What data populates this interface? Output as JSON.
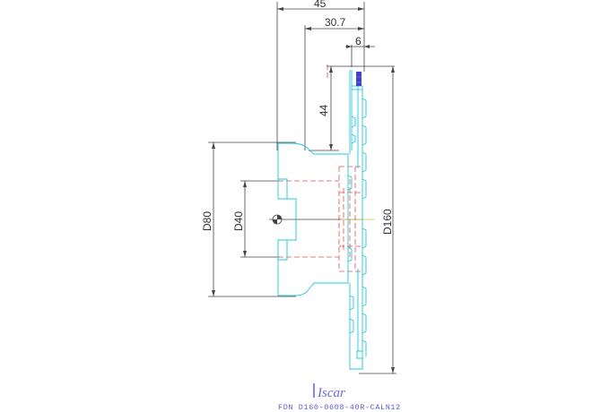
{
  "dimensions": {
    "overall_length": "45",
    "insert_offset": "30.7",
    "insert_width": "6",
    "height_44": "44",
    "d80": "D80",
    "d40": "D40",
    "d160": "D160"
  },
  "logo": {
    "text": "Iscar"
  },
  "title_block": {
    "designation": "FDN D160-0608-40R-CALN12"
  },
  "colors": {
    "dimension_line": "#333333",
    "body_outline": "#22c8d8",
    "hidden_line": "#e05050",
    "insert_fill": "#4040c8",
    "center_line": "#d8c840",
    "title": "#5a5ad6"
  }
}
